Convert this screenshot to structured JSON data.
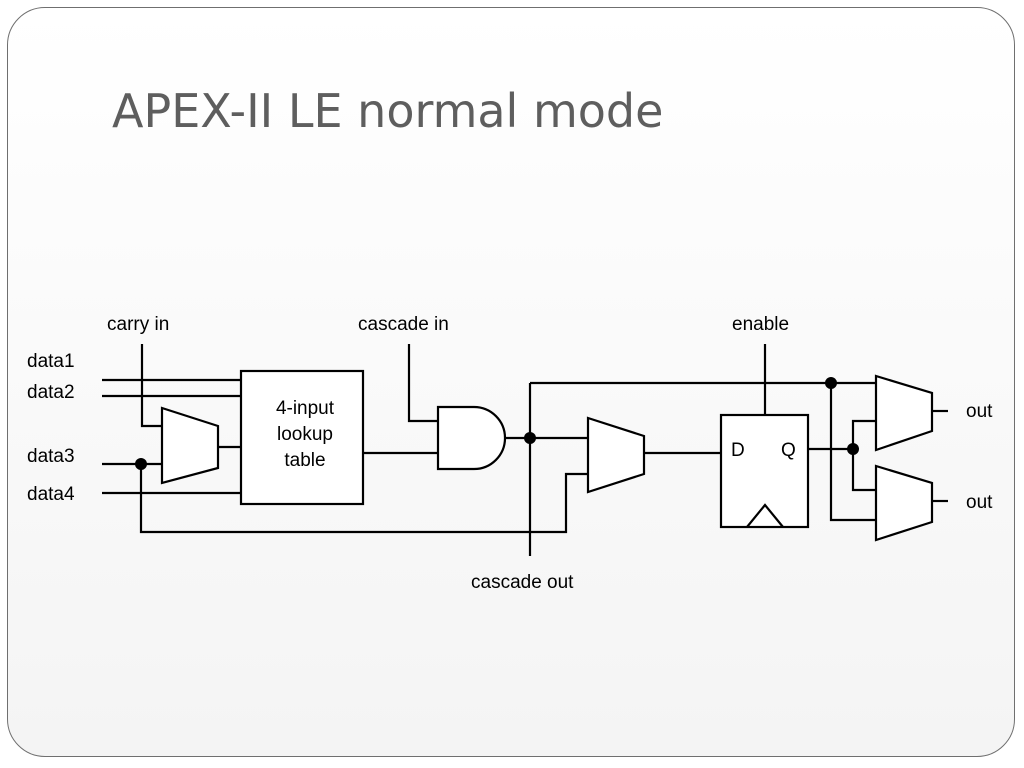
{
  "slide": {
    "title": "APEX-II LE normal mode"
  },
  "diagram": {
    "inputs": {
      "data1": "data1",
      "data2": "data2",
      "data3": "data3",
      "data4": "data4"
    },
    "carry_in": "carry in",
    "cascade_in": "cascade in",
    "cascade_out": "cascade out",
    "enable": "enable",
    "lut_lines": [
      "4-input",
      "lookup",
      "table"
    ],
    "ff_d": "D",
    "ff_q": "Q",
    "out_top": "out",
    "out_bottom": "out"
  }
}
